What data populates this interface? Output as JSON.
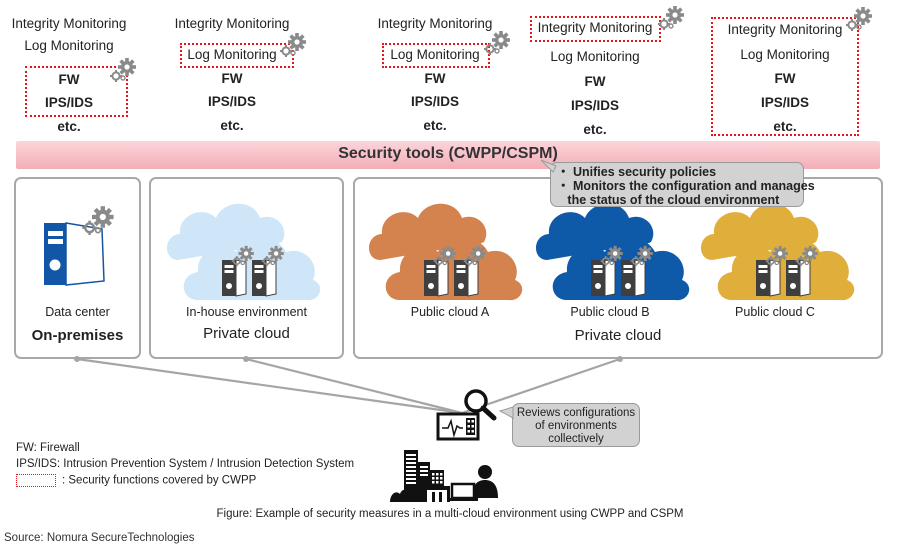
{
  "figure": {
    "caption": "Figure: Example of security measures in a multi-cloud environment using CWPP and CSPM",
    "source": "Source: Nomura SecureTechnologies"
  },
  "function_columns": [
    {
      "environment": "On-premises",
      "items": [
        "Integrity Monitoring",
        "Log Monitoring",
        "FW",
        "IPS/IDS",
        "etc."
      ],
      "covered_by_cwpp": [
        "FW",
        "IPS/IDS"
      ]
    },
    {
      "environment": "Private cloud (in-house)",
      "items": [
        "Integrity Monitoring",
        "Log Monitoring",
        "FW",
        "IPS/IDS",
        "etc."
      ],
      "covered_by_cwpp": [
        "Log Monitoring"
      ]
    },
    {
      "environment": "Public cloud A",
      "items": [
        "Integrity Monitoring",
        "Log Monitoring",
        "FW",
        "IPS/IDS",
        "etc."
      ],
      "covered_by_cwpp": [
        "Log Monitoring"
      ]
    },
    {
      "environment": "Public cloud B",
      "items": [
        "Integrity Monitoring",
        "Log Monitoring",
        "FW",
        "IPS/IDS",
        "etc."
      ],
      "covered_by_cwpp": [
        "Integrity Monitoring"
      ]
    },
    {
      "environment": "Public cloud C",
      "items": [
        "Integrity Monitoring",
        "Log Monitoring",
        "FW",
        "IPS/IDS",
        "etc."
      ],
      "covered_by_cwpp": [
        "Integrity Monitoring",
        "Log Monitoring",
        "FW",
        "IPS/IDS",
        "etc."
      ]
    }
  ],
  "security_tools": {
    "label": "Security tools (CWPP/CSPM)",
    "callout": [
      "・ Unifies security policies",
      "・ Monitors the configuration and manages",
      "   the status of the cloud environment"
    ]
  },
  "environments": {
    "on_premises": {
      "sub_label": "Data center",
      "label": "On-premises"
    },
    "private_cloud": {
      "sub_label": "In-house environment",
      "label": "Private cloud"
    },
    "public_group": {
      "label": "Private cloud",
      "clouds": [
        {
          "label": "Public cloud A",
          "color": "#d4834e"
        },
        {
          "label": "Public cloud B",
          "color": "#0f5aa8"
        },
        {
          "label": "Public cloud C",
          "color": "#e0ae3a"
        }
      ]
    },
    "in_house_cloud_color": "#cfe6f8"
  },
  "admin": {
    "callout": [
      "Reviews configurations",
      "of environments",
      "collectively"
    ]
  },
  "legend": [
    "FW: Firewall",
    "IPS/IDS: Intrusion Prevention System / Intrusion Detection System",
    ": Security functions covered by CWPP"
  ],
  "colors": {
    "cwpp_border": "#e8141c",
    "gear": "#8a8a8a",
    "server_dark": "#3f3f3f",
    "server_blue": "#1157a6",
    "connector": "#a5a5a5"
  }
}
